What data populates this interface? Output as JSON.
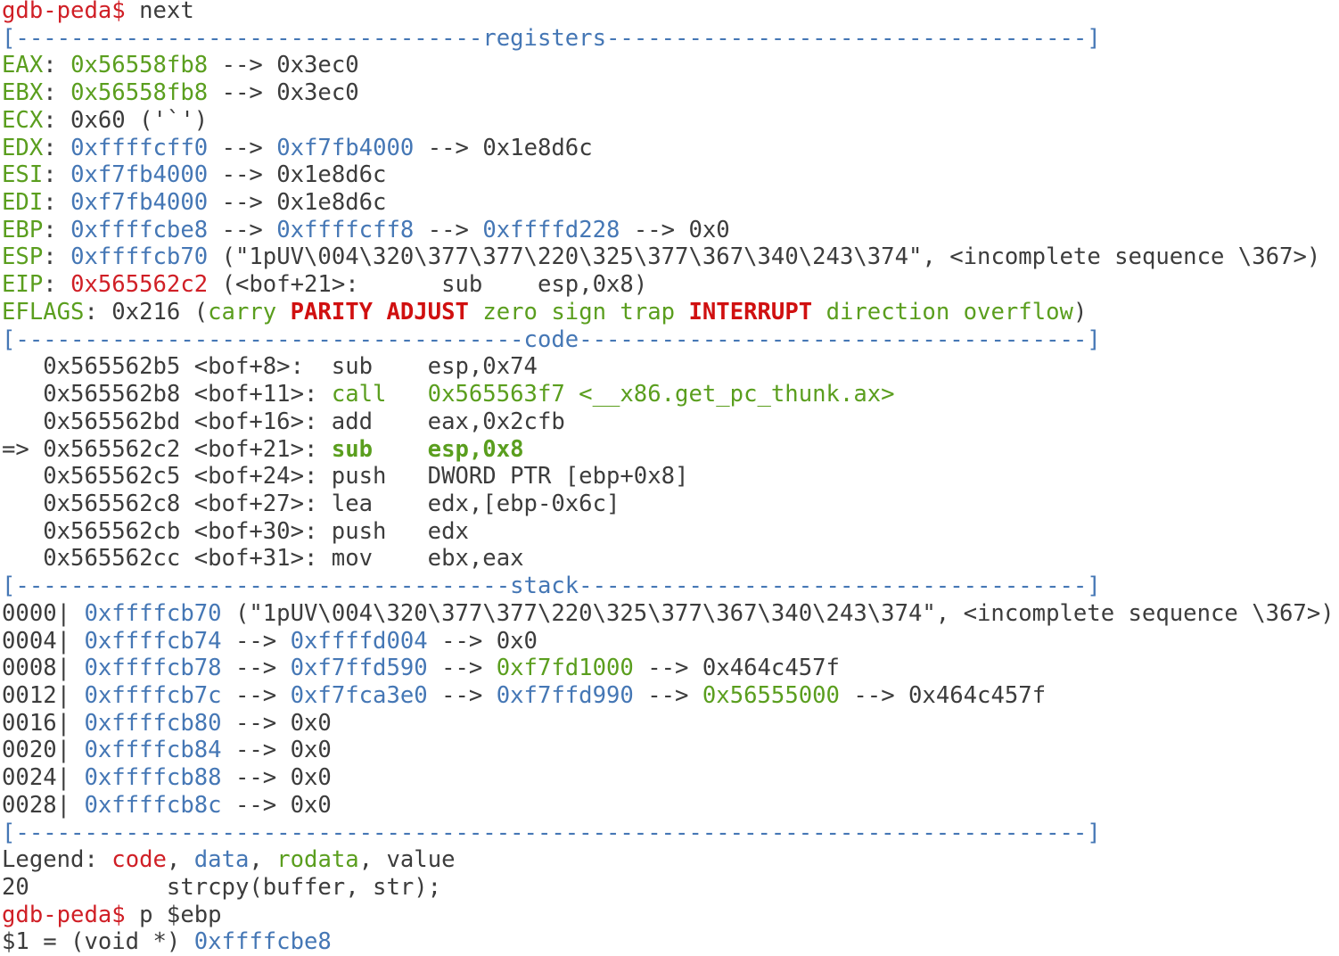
{
  "colors": {
    "prompt": "#d01f26",
    "register": "#5a9e1e",
    "data": "#4577b5",
    "text": "#3c3c3c",
    "background": "#ffffff"
  },
  "lines": [
    [
      [
        "r",
        "gdb-peda$"
      ],
      [
        "d",
        " next"
      ]
    ],
    [
      [
        "s",
        "[----------------------------------"
      ],
      [
        "s",
        "registers"
      ],
      [
        "s",
        "-----------------------------------]"
      ]
    ],
    [
      [
        "g",
        "EAX"
      ],
      [
        "d",
        ": "
      ],
      [
        "g",
        "0x56558fb8"
      ],
      [
        "d",
        " --> 0x3ec0"
      ]
    ],
    [
      [
        "g",
        "EBX"
      ],
      [
        "d",
        ": "
      ],
      [
        "g",
        "0x56558fb8"
      ],
      [
        "d",
        " --> 0x3ec0"
      ]
    ],
    [
      [
        "g",
        "ECX"
      ],
      [
        "d",
        ": 0x60 ('`')"
      ]
    ],
    [
      [
        "g",
        "EDX"
      ],
      [
        "d",
        ": "
      ],
      [
        "b",
        "0xffffcff0"
      ],
      [
        "d",
        " --> "
      ],
      [
        "b",
        "0xf7fb4000"
      ],
      [
        "d",
        " --> 0x1e8d6c"
      ]
    ],
    [
      [
        "g",
        "ESI"
      ],
      [
        "d",
        ": "
      ],
      [
        "b",
        "0xf7fb4000"
      ],
      [
        "d",
        " --> 0x1e8d6c"
      ]
    ],
    [
      [
        "g",
        "EDI"
      ],
      [
        "d",
        ": "
      ],
      [
        "b",
        "0xf7fb4000"
      ],
      [
        "d",
        " --> 0x1e8d6c"
      ]
    ],
    [
      [
        "g",
        "EBP"
      ],
      [
        "d",
        ": "
      ],
      [
        "b",
        "0xffffcbe8"
      ],
      [
        "d",
        " --> "
      ],
      [
        "b",
        "0xffffcff8"
      ],
      [
        "d",
        " --> "
      ],
      [
        "b",
        "0xffffd228"
      ],
      [
        "d",
        " --> 0x0"
      ]
    ],
    [
      [
        "g",
        "ESP"
      ],
      [
        "d",
        ": "
      ],
      [
        "b",
        "0xffffcb70"
      ],
      [
        "d",
        " (\"1pUV\\004\\320\\377\\377\\220\\325\\377\\367\\340\\243\\374\", <incomplete sequence \\367>)"
      ]
    ],
    [
      [
        "g",
        "EIP"
      ],
      [
        "d",
        ": "
      ],
      [
        "r",
        "0x565562c2"
      ],
      [
        "d",
        " (<bof+21>:      sub    esp,0x8)"
      ]
    ],
    [
      [
        "g",
        "EFLAGS"
      ],
      [
        "d",
        ": 0x216 ("
      ],
      [
        "g",
        "carry "
      ],
      [
        "B",
        "PARITY ADJUST"
      ],
      [
        "g",
        " zero sign trap "
      ],
      [
        "B",
        "INTERRUPT"
      ],
      [
        "g",
        " direction overflow"
      ],
      [
        "d",
        ")"
      ]
    ],
    [
      [
        "s",
        "[-------------------------------------"
      ],
      [
        "s",
        "code"
      ],
      [
        "s",
        "-------------------------------------]"
      ]
    ],
    [
      [
        "d",
        "   0x565562b5 <bof+8>:  sub    esp,0x74"
      ]
    ],
    [
      [
        "d",
        "   0x565562b8 <bof+11>: "
      ],
      [
        "g",
        "call   0x565563f7 <__x86.get_pc_thunk.ax>"
      ]
    ],
    [
      [
        "d",
        "   0x565562bd <bof+16>: add    eax,0x2cfb"
      ]
    ],
    [
      [
        "d",
        "=> 0x565562c2 <bof+21>: "
      ],
      [
        "gb",
        "sub    esp,0x8"
      ]
    ],
    [
      [
        "d",
        "   0x565562c5 <bof+24>: push   DWORD PTR [ebp+0x8]"
      ]
    ],
    [
      [
        "d",
        "   0x565562c8 <bof+27>: lea    edx,[ebp-0x6c]"
      ]
    ],
    [
      [
        "d",
        "   0x565562cb <bof+30>: push   edx"
      ]
    ],
    [
      [
        "d",
        "   0x565562cc <bof+31>: mov    ebx,eax"
      ]
    ],
    [
      [
        "s",
        "[------------------------------------"
      ],
      [
        "s",
        "stack"
      ],
      [
        "s",
        "-------------------------------------]"
      ]
    ],
    [
      [
        "d",
        "0000| "
      ],
      [
        "b",
        "0xffffcb70"
      ],
      [
        "d",
        " (\"1pUV\\004\\320\\377\\377\\220\\325\\377\\367\\340\\243\\374\", <incomplete sequence \\367>)"
      ]
    ],
    [
      [
        "d",
        "0004| "
      ],
      [
        "b",
        "0xffffcb74"
      ],
      [
        "d",
        " --> "
      ],
      [
        "b",
        "0xffffd004"
      ],
      [
        "d",
        " --> 0x0"
      ]
    ],
    [
      [
        "d",
        "0008| "
      ],
      [
        "b",
        "0xffffcb78"
      ],
      [
        "d",
        " --> "
      ],
      [
        "b",
        "0xf7ffd590"
      ],
      [
        "d",
        " --> "
      ],
      [
        "g",
        "0xf7fd1000"
      ],
      [
        "d",
        " --> 0x464c457f"
      ]
    ],
    [
      [
        "d",
        "0012| "
      ],
      [
        "b",
        "0xffffcb7c"
      ],
      [
        "d",
        " --> "
      ],
      [
        "b",
        "0xf7fca3e0"
      ],
      [
        "d",
        " --> "
      ],
      [
        "b",
        "0xf7ffd990"
      ],
      [
        "d",
        " --> "
      ],
      [
        "g",
        "0x56555000"
      ],
      [
        "d",
        " --> 0x464c457f"
      ]
    ],
    [
      [
        "d",
        "0016| "
      ],
      [
        "b",
        "0xffffcb80"
      ],
      [
        "d",
        " --> 0x0"
      ]
    ],
    [
      [
        "d",
        "0020| "
      ],
      [
        "b",
        "0xffffcb84"
      ],
      [
        "d",
        " --> 0x0"
      ]
    ],
    [
      [
        "d",
        "0024| "
      ],
      [
        "b",
        "0xffffcb88"
      ],
      [
        "d",
        " --> 0x0"
      ]
    ],
    [
      [
        "d",
        "0028| "
      ],
      [
        "b",
        "0xffffcb8c"
      ],
      [
        "d",
        " --> 0x0"
      ]
    ],
    [
      [
        "s",
        "[------------------------------------------------------------------------------]"
      ]
    ],
    [
      [
        "d",
        "Legend: "
      ],
      [
        "r",
        "code"
      ],
      [
        "d",
        ", "
      ],
      [
        "b",
        "data"
      ],
      [
        "d",
        ", "
      ],
      [
        "g",
        "rodata"
      ],
      [
        "d",
        ", value"
      ]
    ],
    [
      [
        "d",
        "20          strcpy(buffer, str);"
      ]
    ],
    [
      [
        "r",
        "gdb-peda$"
      ],
      [
        "d",
        " p $ebp"
      ]
    ],
    [
      [
        "d",
        "$1 = (void *) "
      ],
      [
        "b",
        "0xffffcbe8"
      ]
    ]
  ]
}
